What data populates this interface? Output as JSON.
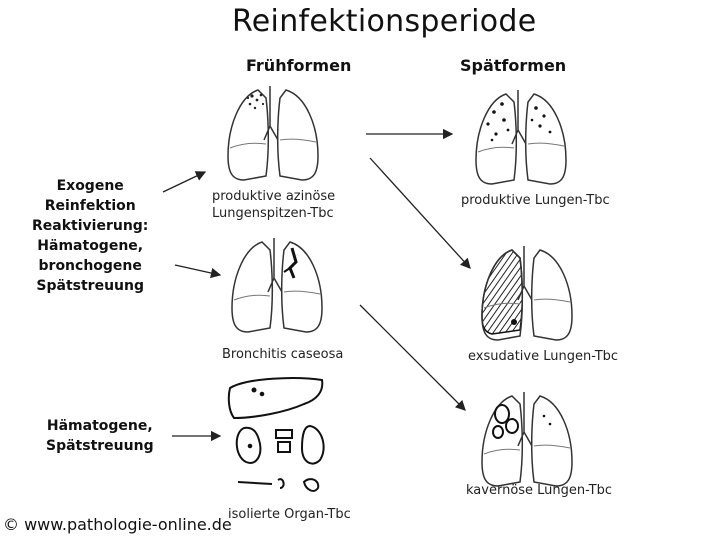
{
  "title": "Reinfektionsperiode",
  "columns": {
    "early": "Frühformen",
    "late": "Spätformen"
  },
  "causes": {
    "group1": [
      "Exogene",
      "Reinfektion",
      "Reaktivierung:",
      "Hämatogene,",
      "bronchogene",
      "Spätstreuung"
    ],
    "group2": [
      "Hämatogene,",
      "Spätstreuung"
    ]
  },
  "early_forms": [
    {
      "caption_lines": [
        "produktive azinöse",
        "Lungenspitzen-Tbc"
      ]
    },
    {
      "caption_lines": [
        "Bronchitis caseosa"
      ]
    },
    {
      "caption_lines": [
        "isolierte Organ-Tbc"
      ]
    }
  ],
  "late_forms": [
    {
      "caption": "produktive Lungen-Tbc"
    },
    {
      "caption": "exsudative Lungen-Tbc"
    },
    {
      "caption": "kavernöse Lungen-Tbc"
    }
  ],
  "credit": "© www.pathologie-online.de"
}
